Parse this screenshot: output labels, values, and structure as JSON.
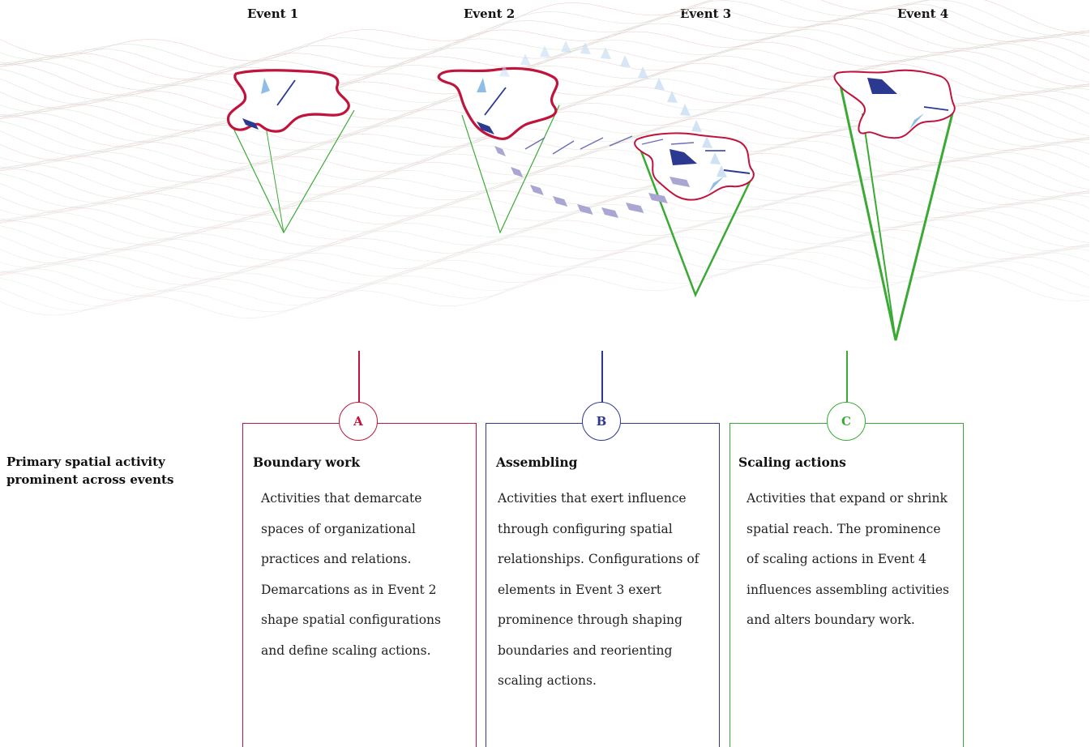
{
  "events": [
    "Event 1",
    "Event 2",
    "Event 3",
    "Event 4"
  ],
  "side_label": "Primary spatial activity prominent across events",
  "cards": [
    {
      "letter": "A",
      "title": "Boundary work",
      "color": "#c0143c",
      "body": "Activities that demarcate spaces of organizational practices and relations. Demarcations as in Event 2 shape spatial configurations and define scaling actions."
    },
    {
      "letter": "B",
      "title": "Assembling",
      "color": "#2b3990",
      "body": "Activities that exert influence through configuring spatial relationships. Configurations of elements in Event 3 exert prominence through shaping boundaries and reorienting scaling actions."
    },
    {
      "letter": "C",
      "title": "Scaling actions",
      "color": "#3aaa35",
      "body": "Activities that expand or shrink spatial reach. The prominence of scaling actions in Event 4 influences assembling activities and alters boundary work."
    }
  ],
  "colors": {
    "boundary": "#c0143c",
    "assembling": "#2b3990",
    "scaling": "#3aaa35",
    "light_blue": "#8fbde6",
    "lavender": "#a9a6d4",
    "mesh": "#bbbbbb"
  }
}
